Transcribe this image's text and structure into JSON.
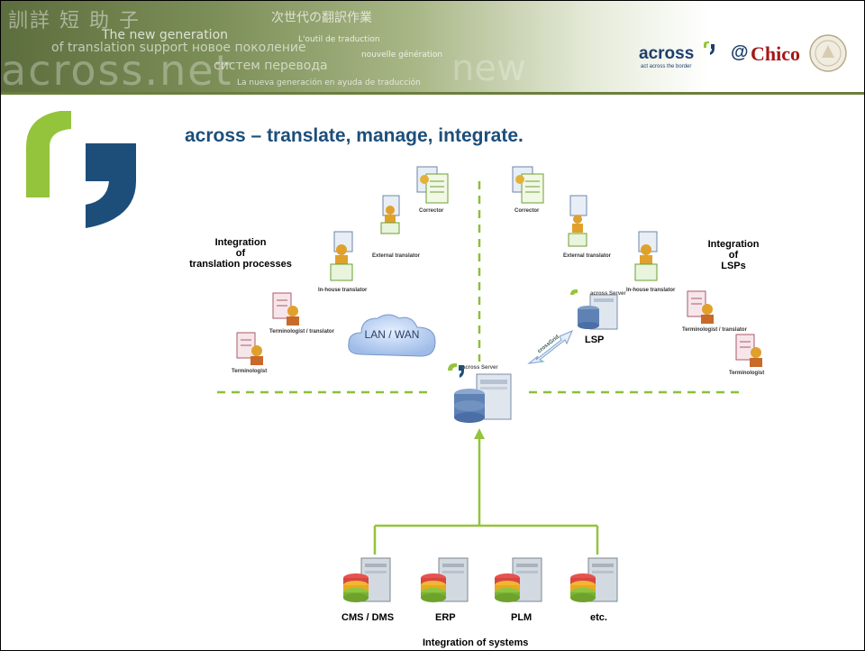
{
  "banner": {
    "lines": [
      "訓詳 短 助 子",
      "次世代の翻訳作業",
      "The new generation",
      "L'outil de traduction",
      "of translation support новое поколение",
      "nouvelle génération",
      "систем перевода",
      "La nueva generación en ayuda de traducción",
      "across.net",
      "new"
    ]
  },
  "logo": {
    "brand": "across",
    "tagline": "act across the border",
    "at": "@",
    "partner": "Chico"
  },
  "title": "across – translate, manage, integrate.",
  "left_section": {
    "heading_lines": [
      "Integration",
      "of",
      "translation processes"
    ],
    "icons": {
      "corrector": "Corrector",
      "external": "External translator",
      "inhouse": "In-house translator",
      "terminologist_translator": "Terminologist / translator",
      "terminologist": "Terminologist"
    }
  },
  "right_section": {
    "heading_lines": [
      "Integration",
      "of",
      "LSPs"
    ],
    "icons": {
      "corrector": "Corrector",
      "external": "External translator",
      "inhouse": "In-house translator",
      "terminologist_translator": "Terminologist / translator",
      "terminologist": "Terminologist"
    },
    "lsp_server_tag": "across Server",
    "lsp": "LSP"
  },
  "center": {
    "cloud": "LAN / WAN",
    "server_tag": "across Server",
    "link_label": "crossGrid"
  },
  "systems": {
    "items": [
      "CMS / DMS",
      "ERP",
      "PLM",
      "etc."
    ],
    "caption": "Integration of systems"
  },
  "colors": {
    "green": "#94c43c",
    "navy": "#1d4e7a",
    "chico_red": "#a31919",
    "dashed": "#8cbf3a"
  }
}
